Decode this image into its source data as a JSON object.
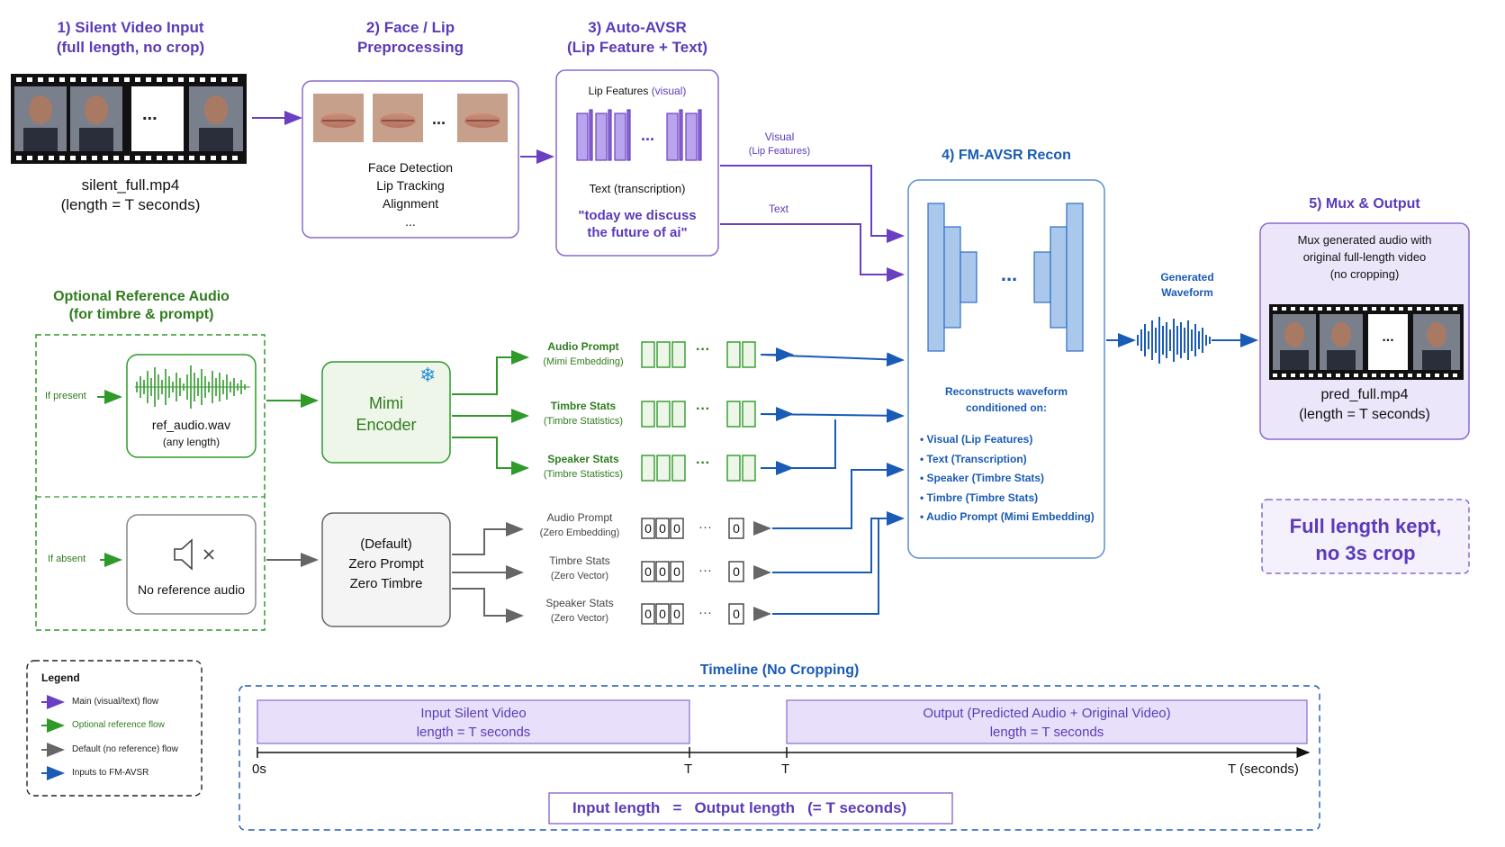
{
  "colors": {
    "main_flow": "#6a3fc2",
    "optional_flow": "#2f9a2a",
    "default_flow": "#666666",
    "fm_inputs": "#1a5bb5",
    "purple_fill": "#e8e0fa",
    "blue_fill": "#a9c8ec",
    "green_fill": "#eef6e9"
  },
  "stage1": {
    "title_1": "1) Silent Video Input",
    "title_2": "(full length, no crop)",
    "filename": "silent_full.mp4",
    "length": "(length = T seconds)",
    "ellipsis": "..."
  },
  "stage2": {
    "title_1": "2) Face / Lip",
    "title_2": "Preprocessing",
    "steps": [
      "Face Detection",
      "Lip Tracking",
      "Alignment",
      "..."
    ],
    "ellipsis": "..."
  },
  "stage3": {
    "title_1": "3) Auto-AVSR",
    "title_2": "(Lip Feature + Text)",
    "lip_label": "Lip Features",
    "lip_label_sub": "(visual)",
    "text_label": "Text",
    "text_label_sub": "(transcription)",
    "transcript_1": "\"today we discuss",
    "transcript_2": "the future of ai\"",
    "ellipsis": "..."
  },
  "edge_labels": {
    "visual": "Visual",
    "visual_sub": "(Lip Features)",
    "text": "Text",
    "generated_1": "Generated",
    "generated_2": "Waveform"
  },
  "stage4": {
    "title": "4) FM-AVSR Recon",
    "ellipsis": "...",
    "desc_1": "Reconstructs waveform",
    "desc_2": "conditioned on:",
    "conditions": [
      "Visual (Lip Features)",
      "Text (Transcription)",
      "Speaker (Timbre Stats)",
      "Timbre (Timbre Stats)",
      "Audio Prompt (Mimi Embedding)"
    ]
  },
  "stage5": {
    "title": "5) Mux & Output",
    "desc": [
      "Mux generated audio with",
      "original full-length video",
      "(no cropping)"
    ],
    "filename": "pred_full.mp4",
    "length": "(length = T seconds)",
    "ellipsis": "..."
  },
  "reference": {
    "title_1": "Optional Reference Audio",
    "title_2": "(for timbre & prompt)",
    "if_present": "If present",
    "if_absent": "If absent",
    "ref_file": "ref_audio.wav",
    "ref_len": "(any length)",
    "no_ref": "No reference audio"
  },
  "mimi": {
    "label_1": "Mimi",
    "label_2": "Encoder",
    "snow": "❄"
  },
  "default_box": {
    "label_1": "(Default)",
    "label_2": "Zero Prompt",
    "label_3": "Zero Timbre"
  },
  "green_outputs": [
    {
      "name": "Audio Prompt",
      "sub": "(Mimi Embedding)"
    },
    {
      "name": "Timbre Stats",
      "sub": "(Timbre Statistics)"
    },
    {
      "name": "Speaker Stats",
      "sub": "(Timbre Statistics)"
    }
  ],
  "gray_outputs": [
    {
      "name": "Audio Prompt",
      "sub": "(Zero Embedding)"
    },
    {
      "name": "Timbre Stats",
      "sub": "(Zero Vector)"
    },
    {
      "name": "Speaker Stats",
      "sub": "(Zero Vector)"
    }
  ],
  "zero": "0",
  "dots": "···",
  "full_length": {
    "line_1": "Full length kept,",
    "line_2": "no 3s crop"
  },
  "legend": {
    "title": "Legend",
    "items": [
      "Main (visual/text) flow",
      "Optional reference flow",
      "Default (no reference) flow",
      "Inputs to FM-AVSR"
    ]
  },
  "timeline": {
    "title": "Timeline (No Cropping)",
    "input_1": "Input Silent Video",
    "input_2": "length = T seconds",
    "output_1": "Output (Predicted Audio + Original Video)",
    "output_2": "length = T seconds",
    "tick_0": "0s",
    "tick_t1": "T",
    "tick_t2": "T",
    "tick_end": "T (seconds)",
    "eq_input": "Input length",
    "eq_sign": "=",
    "eq_output": "Output length",
    "eq_note": "(= T seconds)"
  }
}
